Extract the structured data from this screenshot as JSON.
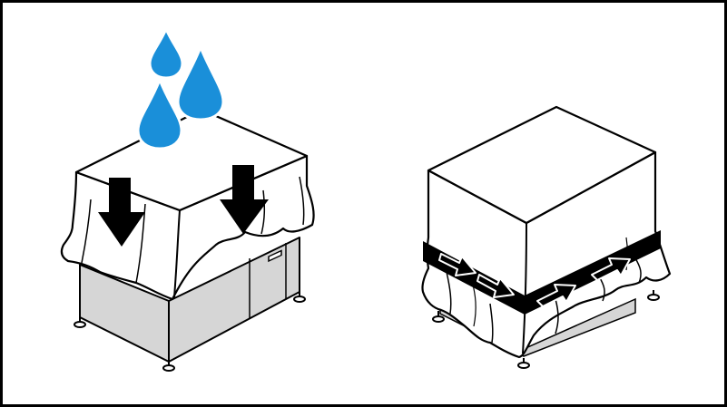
{
  "figure": {
    "panels": [
      {
        "id": "left",
        "description": "cover-draped-over-unit-with-water-drops",
        "icons": [
          "water-drop-icon",
          "water-drop-icon",
          "water-drop-icon",
          "down-arrow-icon",
          "down-arrow-icon"
        ]
      },
      {
        "id": "right",
        "description": "cover-secured-with-strap",
        "icons": [
          "strap-arrow-icon",
          "strap-arrow-icon",
          "strap-arrow-icon",
          "strap-arrow-icon"
        ]
      }
    ],
    "colors": {
      "outline": "#000000",
      "water": "#1a8fd9",
      "cabinet": "#d6d6d6",
      "cover": "#ffffff",
      "strap": "#000000"
    }
  }
}
